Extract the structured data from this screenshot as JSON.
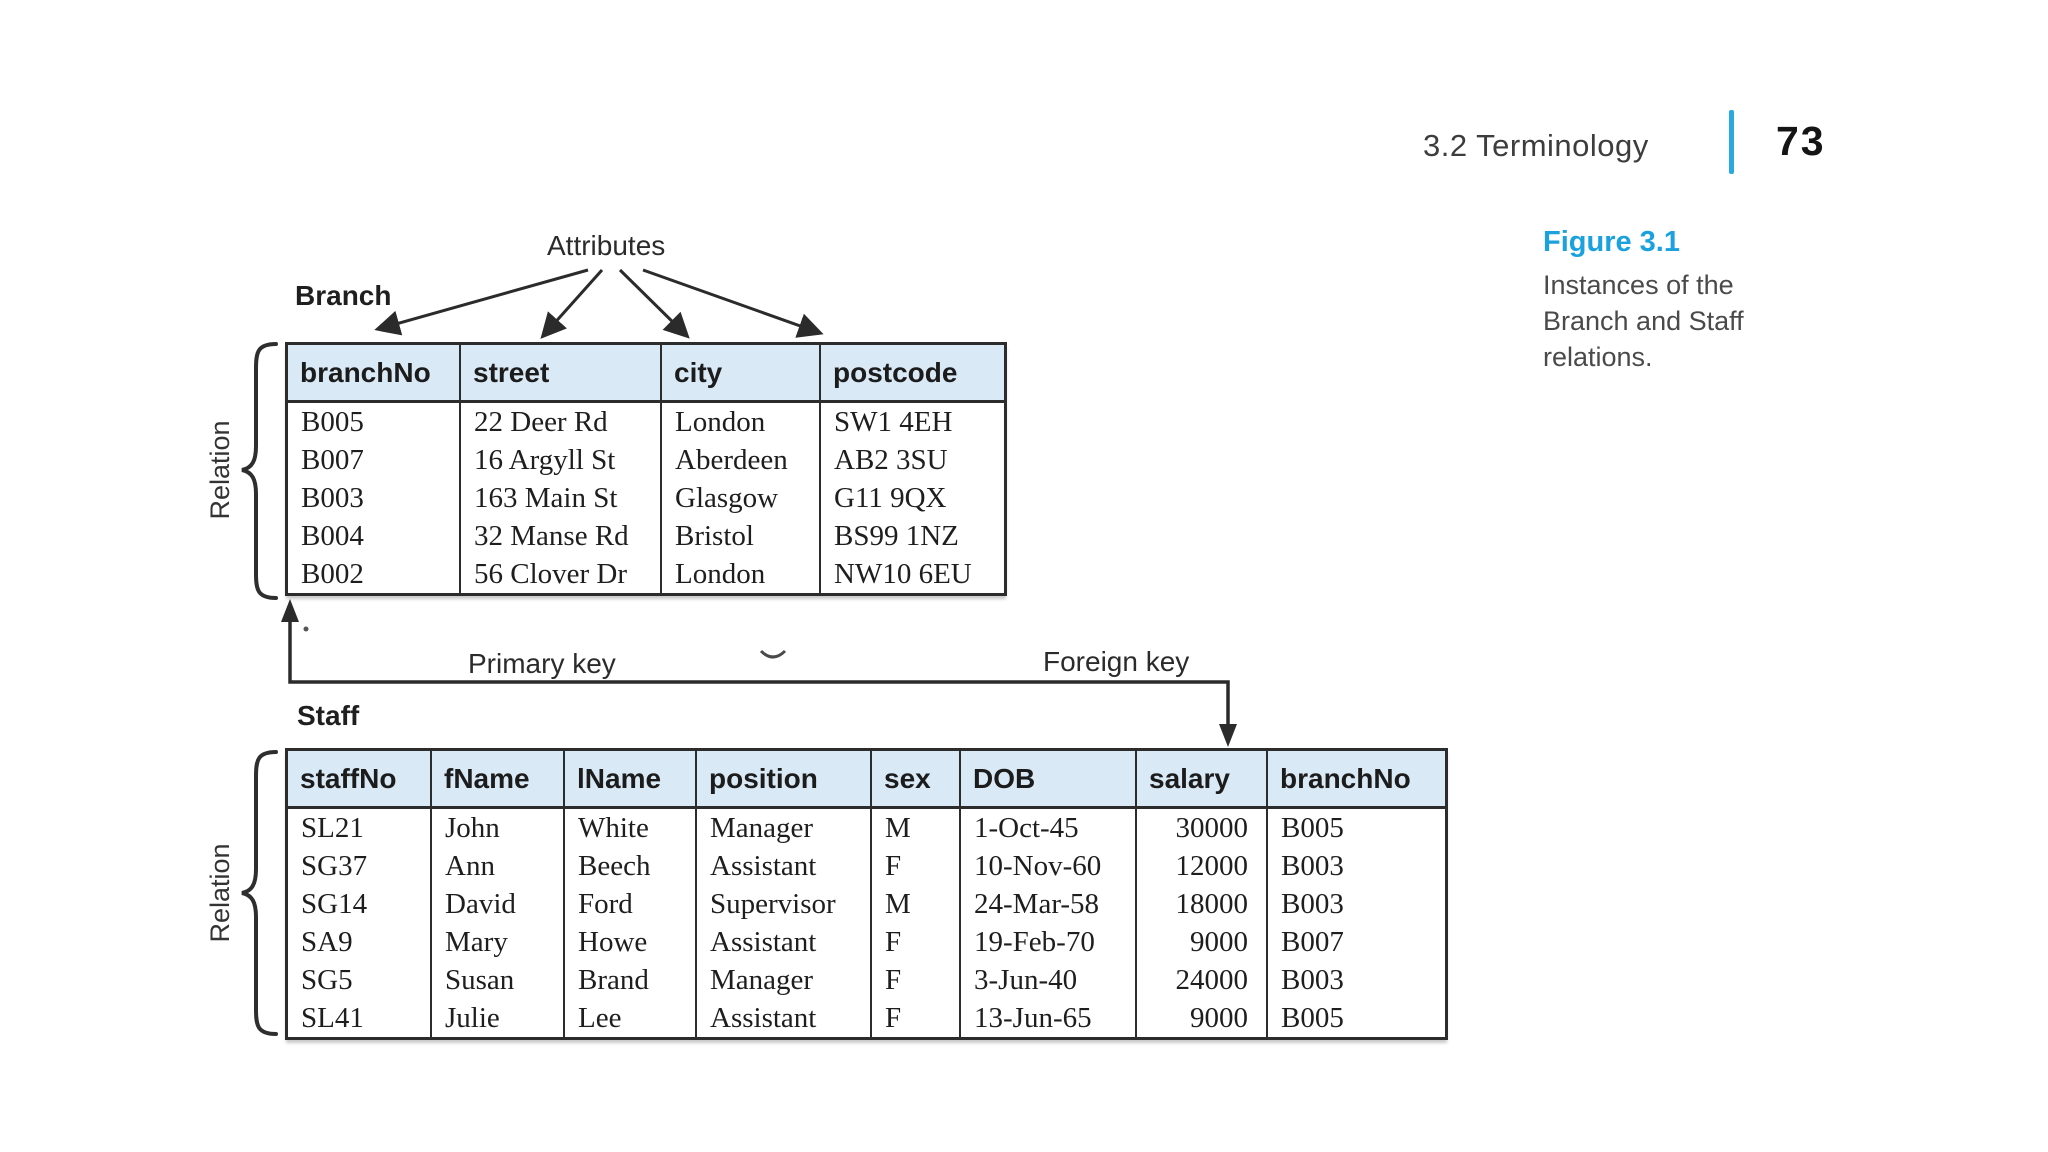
{
  "page": {
    "section_title": "3.2 Terminology",
    "page_number": "73"
  },
  "caption": {
    "title": "Figure 3.1",
    "lines": [
      "Instances of the",
      "Branch and Staff",
      "relations."
    ]
  },
  "figure": {
    "attributes_label": "Attributes",
    "primary_key_label": "Primary key",
    "foreign_key_label": "Foreign key",
    "relation_label": "Relation",
    "branch": {
      "name": "Branch",
      "columns": [
        "branchNo",
        "street",
        "city",
        "postcode"
      ],
      "rows": [
        [
          "B005",
          "22 Deer Rd",
          "London",
          "SW1 4EH"
        ],
        [
          "B007",
          "16 Argyll St",
          "Aberdeen",
          "AB2 3SU"
        ],
        [
          "B003",
          "163 Main St",
          "Glasgow",
          "G11 9QX"
        ],
        [
          "B004",
          "32 Manse Rd",
          "Bristol",
          "BS99 1NZ"
        ],
        [
          "B002",
          "56 Clover Dr",
          "London",
          "NW10 6EU"
        ]
      ]
    },
    "staff": {
      "name": "Staff",
      "columns": [
        "staffNo",
        "fName",
        "lName",
        "position",
        "sex",
        "DOB",
        "salary",
        "branchNo"
      ],
      "rows": [
        [
          "SL21",
          "John",
          "White",
          "Manager",
          "M",
          "1-Oct-45",
          "30000",
          "B005"
        ],
        [
          "SG37",
          "Ann",
          "Beech",
          "Assistant",
          "F",
          "10-Nov-60",
          "12000",
          "B003"
        ],
        [
          "SG14",
          "David",
          "Ford",
          "Supervisor",
          "M",
          "24-Mar-58",
          "18000",
          "B003"
        ],
        [
          "SA9",
          "Mary",
          "Howe",
          "Assistant",
          "F",
          "19-Feb-70",
          "9000",
          "B007"
        ],
        [
          "SG5",
          "Susan",
          "Brand",
          "Manager",
          "F",
          "3-Jun-40",
          "24000",
          "B003"
        ],
        [
          "SL41",
          "Julie",
          "Lee",
          "Assistant",
          "F",
          "13-Jun-65",
          "9000",
          "B005"
        ]
      ]
    }
  },
  "colors": {
    "accent_blue": "#1ba2de",
    "divider_blue": "#2aa9e0",
    "table_header_fill": "#d9e9f6",
    "table_border": "#2c2c2c"
  }
}
